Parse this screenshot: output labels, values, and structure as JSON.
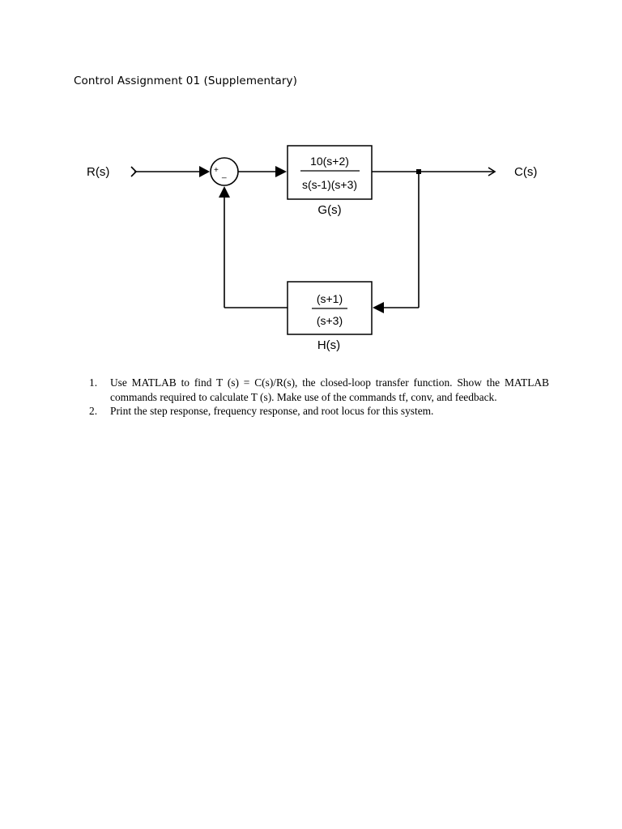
{
  "document": {
    "title": "Control Assignment 01 (Supplementary)"
  },
  "diagram": {
    "input_label": "R(s)",
    "output_label": "C(s)",
    "summing_junction": {
      "plus_sign": "+",
      "minus_sign": "_"
    },
    "forward_block": {
      "numerator": "10(s+2)",
      "denominator": "s(s-1)(s+3)",
      "label": "G(s)"
    },
    "feedback_block": {
      "numerator": "(s+1)",
      "denominator": "(s+3)",
      "label": "H(s)"
    }
  },
  "questions": [
    {
      "number": "1.",
      "text": "Use MATLAB to find T (s) = C(s)/R(s), the closed-loop transfer function. Show the MATLAB commands required to calculate T (s). Make use of the commands tf, conv, and feedback."
    },
    {
      "number": "2.",
      "text": "Print the step response, frequency response, and root locus for this system."
    }
  ]
}
